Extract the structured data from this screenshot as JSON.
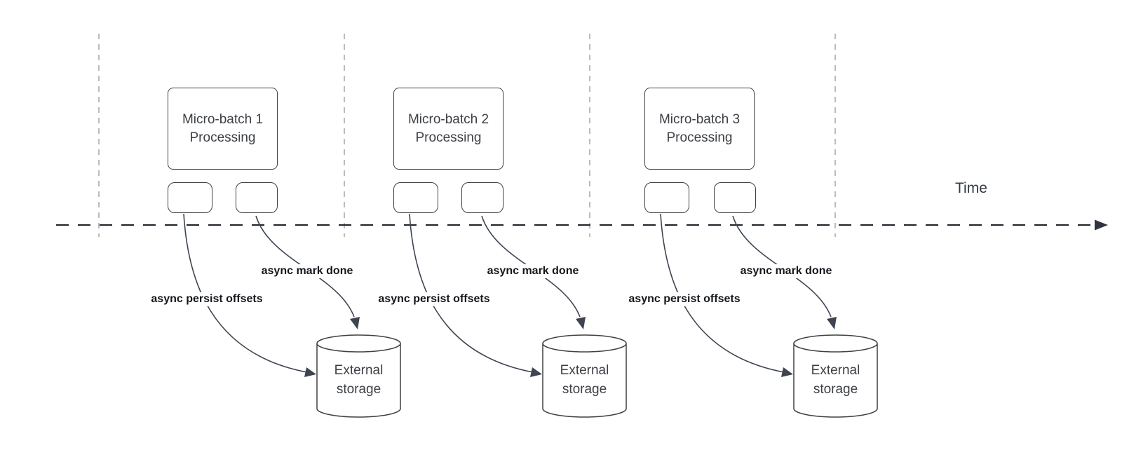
{
  "diagram": {
    "type": "timeline-flow-diagram",
    "time_axis_label": "Time",
    "batches": [
      {
        "title": "Micro-batch 1 Processing",
        "persist_label": "async persist offsets",
        "done_label": "async mark done",
        "storage": "External storage"
      },
      {
        "title": "Micro-batch 2 Processing",
        "persist_label": "async persist offsets",
        "done_label": "async mark done",
        "storage": "External storage"
      },
      {
        "title": "Micro-batch 3 Processing",
        "persist_label": "async persist offsets",
        "done_label": "async mark done",
        "storage": "External storage"
      }
    ],
    "colors": {
      "background": "#ffffff",
      "shape_stroke": "#404040",
      "arrow_stroke": "#3e4450",
      "timeline_stroke": "#1d212a",
      "gridline_stroke": "#a6a6a6",
      "edge_label_text": "#14171c",
      "shape_text": "#3d4045"
    }
  }
}
